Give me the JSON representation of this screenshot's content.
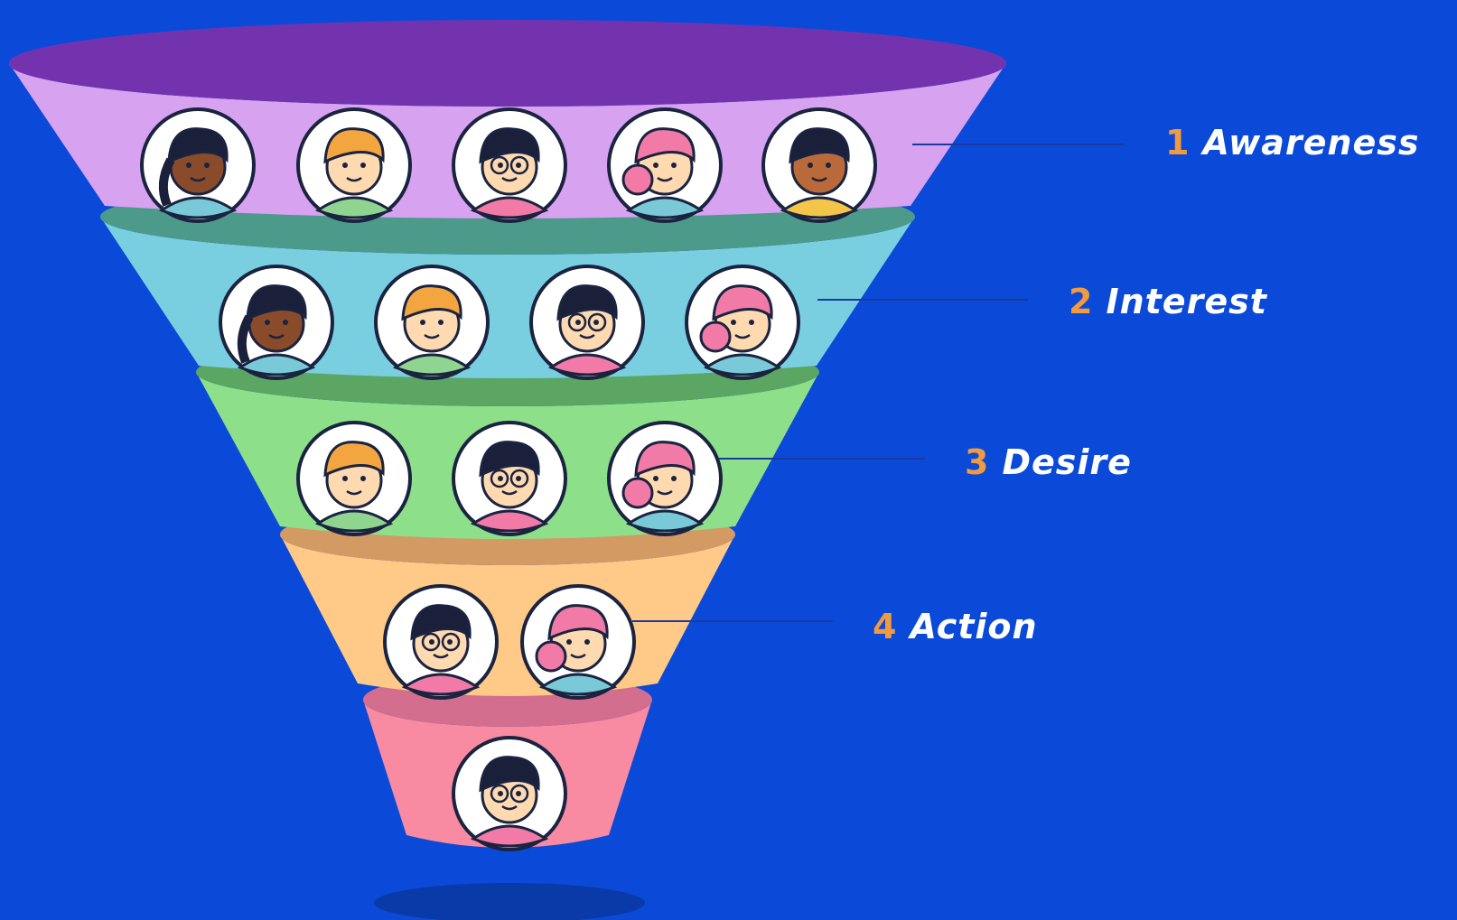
{
  "stages": [
    {
      "number": "1",
      "name": "Awareness",
      "people": 5,
      "color": "#d7a2f0",
      "top_color": "#7433ae"
    },
    {
      "number": "2",
      "name": "Interest",
      "people": 4,
      "color": "#79cfe0",
      "top_color": "#4c9a8a"
    },
    {
      "number": "3",
      "name": "Desire",
      "people": 3,
      "color": "#8edf8a",
      "top_color": "#5aa662"
    },
    {
      "number": "4",
      "name": "Action",
      "people": 2,
      "color": "#ffc987",
      "top_color": "#d49a64"
    },
    {
      "number": "",
      "name": "",
      "people": 1,
      "color": "#f88aa2",
      "top_color": "#d36e8e"
    }
  ],
  "colors": {
    "background": "#0b4ad8",
    "number_accent": "#f19a3e",
    "label_text": "#ffffff",
    "leader_line": "#1b3aa0",
    "shadow": "#0a3aa8",
    "outline": "#1a2340"
  },
  "avatars": [
    "avatar-girl-dark-hair",
    "avatar-boy-blond",
    "avatar-boy-glasses",
    "avatar-girl-pink-hair",
    "avatar-boy-dark-hair"
  ]
}
